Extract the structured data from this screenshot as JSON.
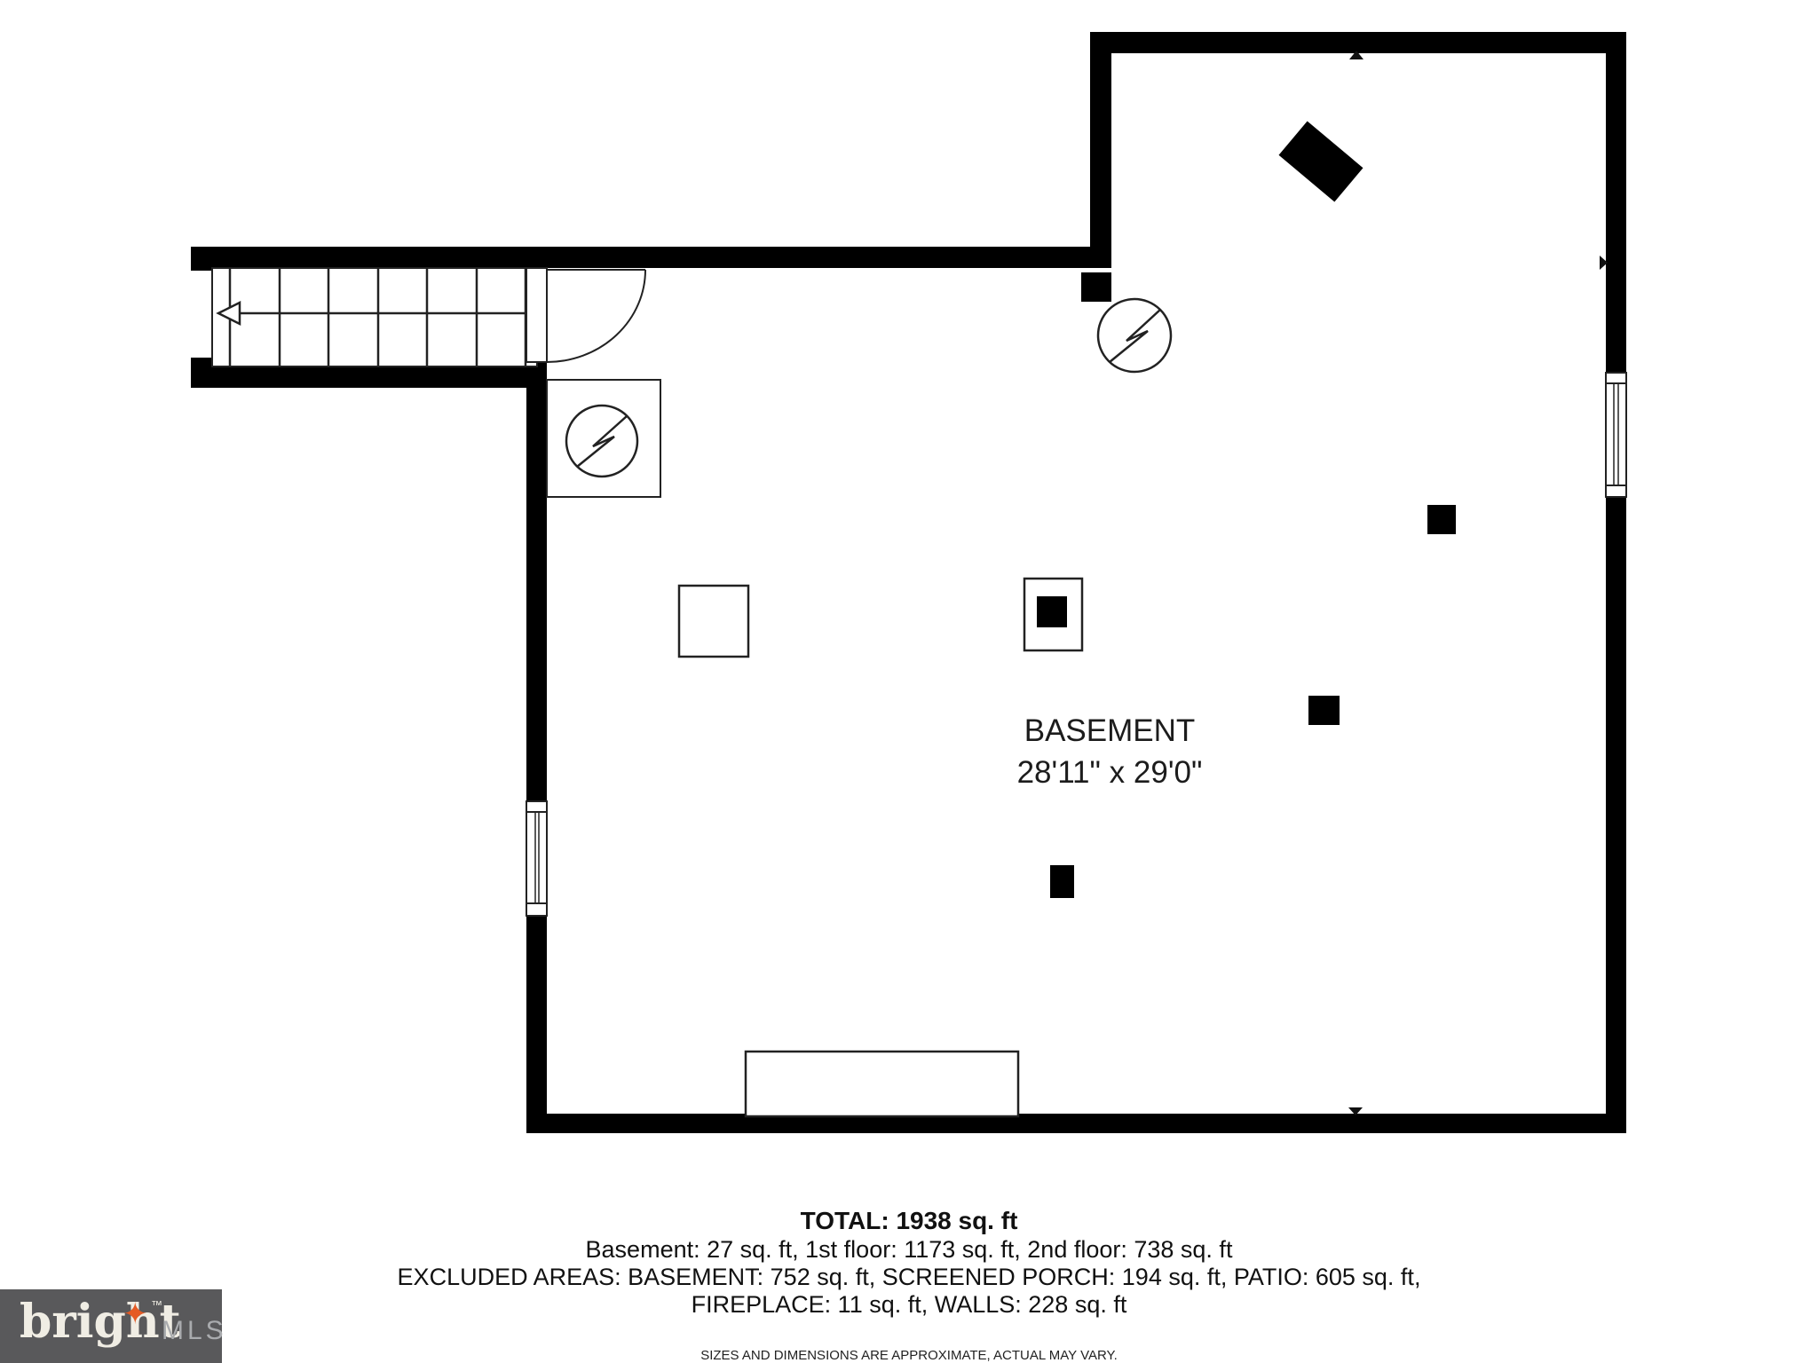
{
  "floor_plan": {
    "room_label": {
      "name": "BASEMENT",
      "dimensions": "28'11\" x 29'0\""
    },
    "footer": {
      "total": "TOTAL: 1938 sq. ft",
      "breakdown": "Basement: 27 sq. ft, 1st floor: 1173 sq. ft, 2nd floor: 738 sq. ft",
      "excluded1": "EXCLUDED AREAS: BASEMENT: 752 sq. ft, SCREENED PORCH: 194 sq. ft, PATIO: 605 sq. ft,",
      "excluded2": "FIREPLACE: 11 sq. ft, WALLS: 228 sq. ft",
      "disclaimer": "SIZES AND DIMENSIONS ARE APPROXIMATE, ACTUAL MAY VARY."
    },
    "branding": {
      "logo_word": "bright",
      "logo_suffix": "MLS",
      "trademark": "™",
      "star_glyph": "✦",
      "star_color": "#e55a24",
      "background_color": "#59595b"
    },
    "symbols": {
      "electrical_circles": 2,
      "support_posts": 4,
      "windows": 2,
      "stair_direction": "left"
    },
    "colors": {
      "wall": "#000000",
      "line": "#222222",
      "text": "#1c1c1c"
    }
  }
}
